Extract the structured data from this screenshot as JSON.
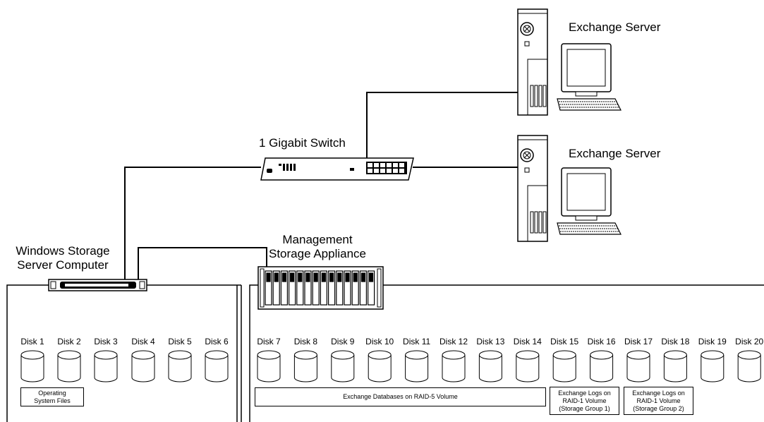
{
  "switch": {
    "label": "1 Gigabit Switch"
  },
  "servers": [
    {
      "label": "Exchange Server"
    },
    {
      "label": "Exchange Server"
    }
  ],
  "storage_server": {
    "line1": "Windows Storage",
    "line2": "Server Computer"
  },
  "appliance": {
    "line1": "Management",
    "line2": "Storage Appliance"
  },
  "disks_left": [
    "Disk 1",
    "Disk 2",
    "Disk 3",
    "Disk 4",
    "Disk 5",
    "Disk 6"
  ],
  "disks_right": [
    "Disk 7",
    "Disk 8",
    "Disk 9",
    "Disk 10",
    "Disk 11",
    "Disk 12",
    "Disk 13",
    "Disk 14",
    "Disk 15",
    "Disk 16",
    "Disk 17",
    "Disk 18",
    "Disk 19",
    "Disk 20"
  ],
  "volumes": {
    "os_files": "Operating System Files",
    "exchange_db": "Exchange Databases on RAID-5 Volume",
    "logs_sg1": "Exchange Logs on RAID-1 Volume (Storage Group 1)",
    "logs_sg2": "Exchange Logs on RAID-1 Volume (Storage Group 2)"
  }
}
